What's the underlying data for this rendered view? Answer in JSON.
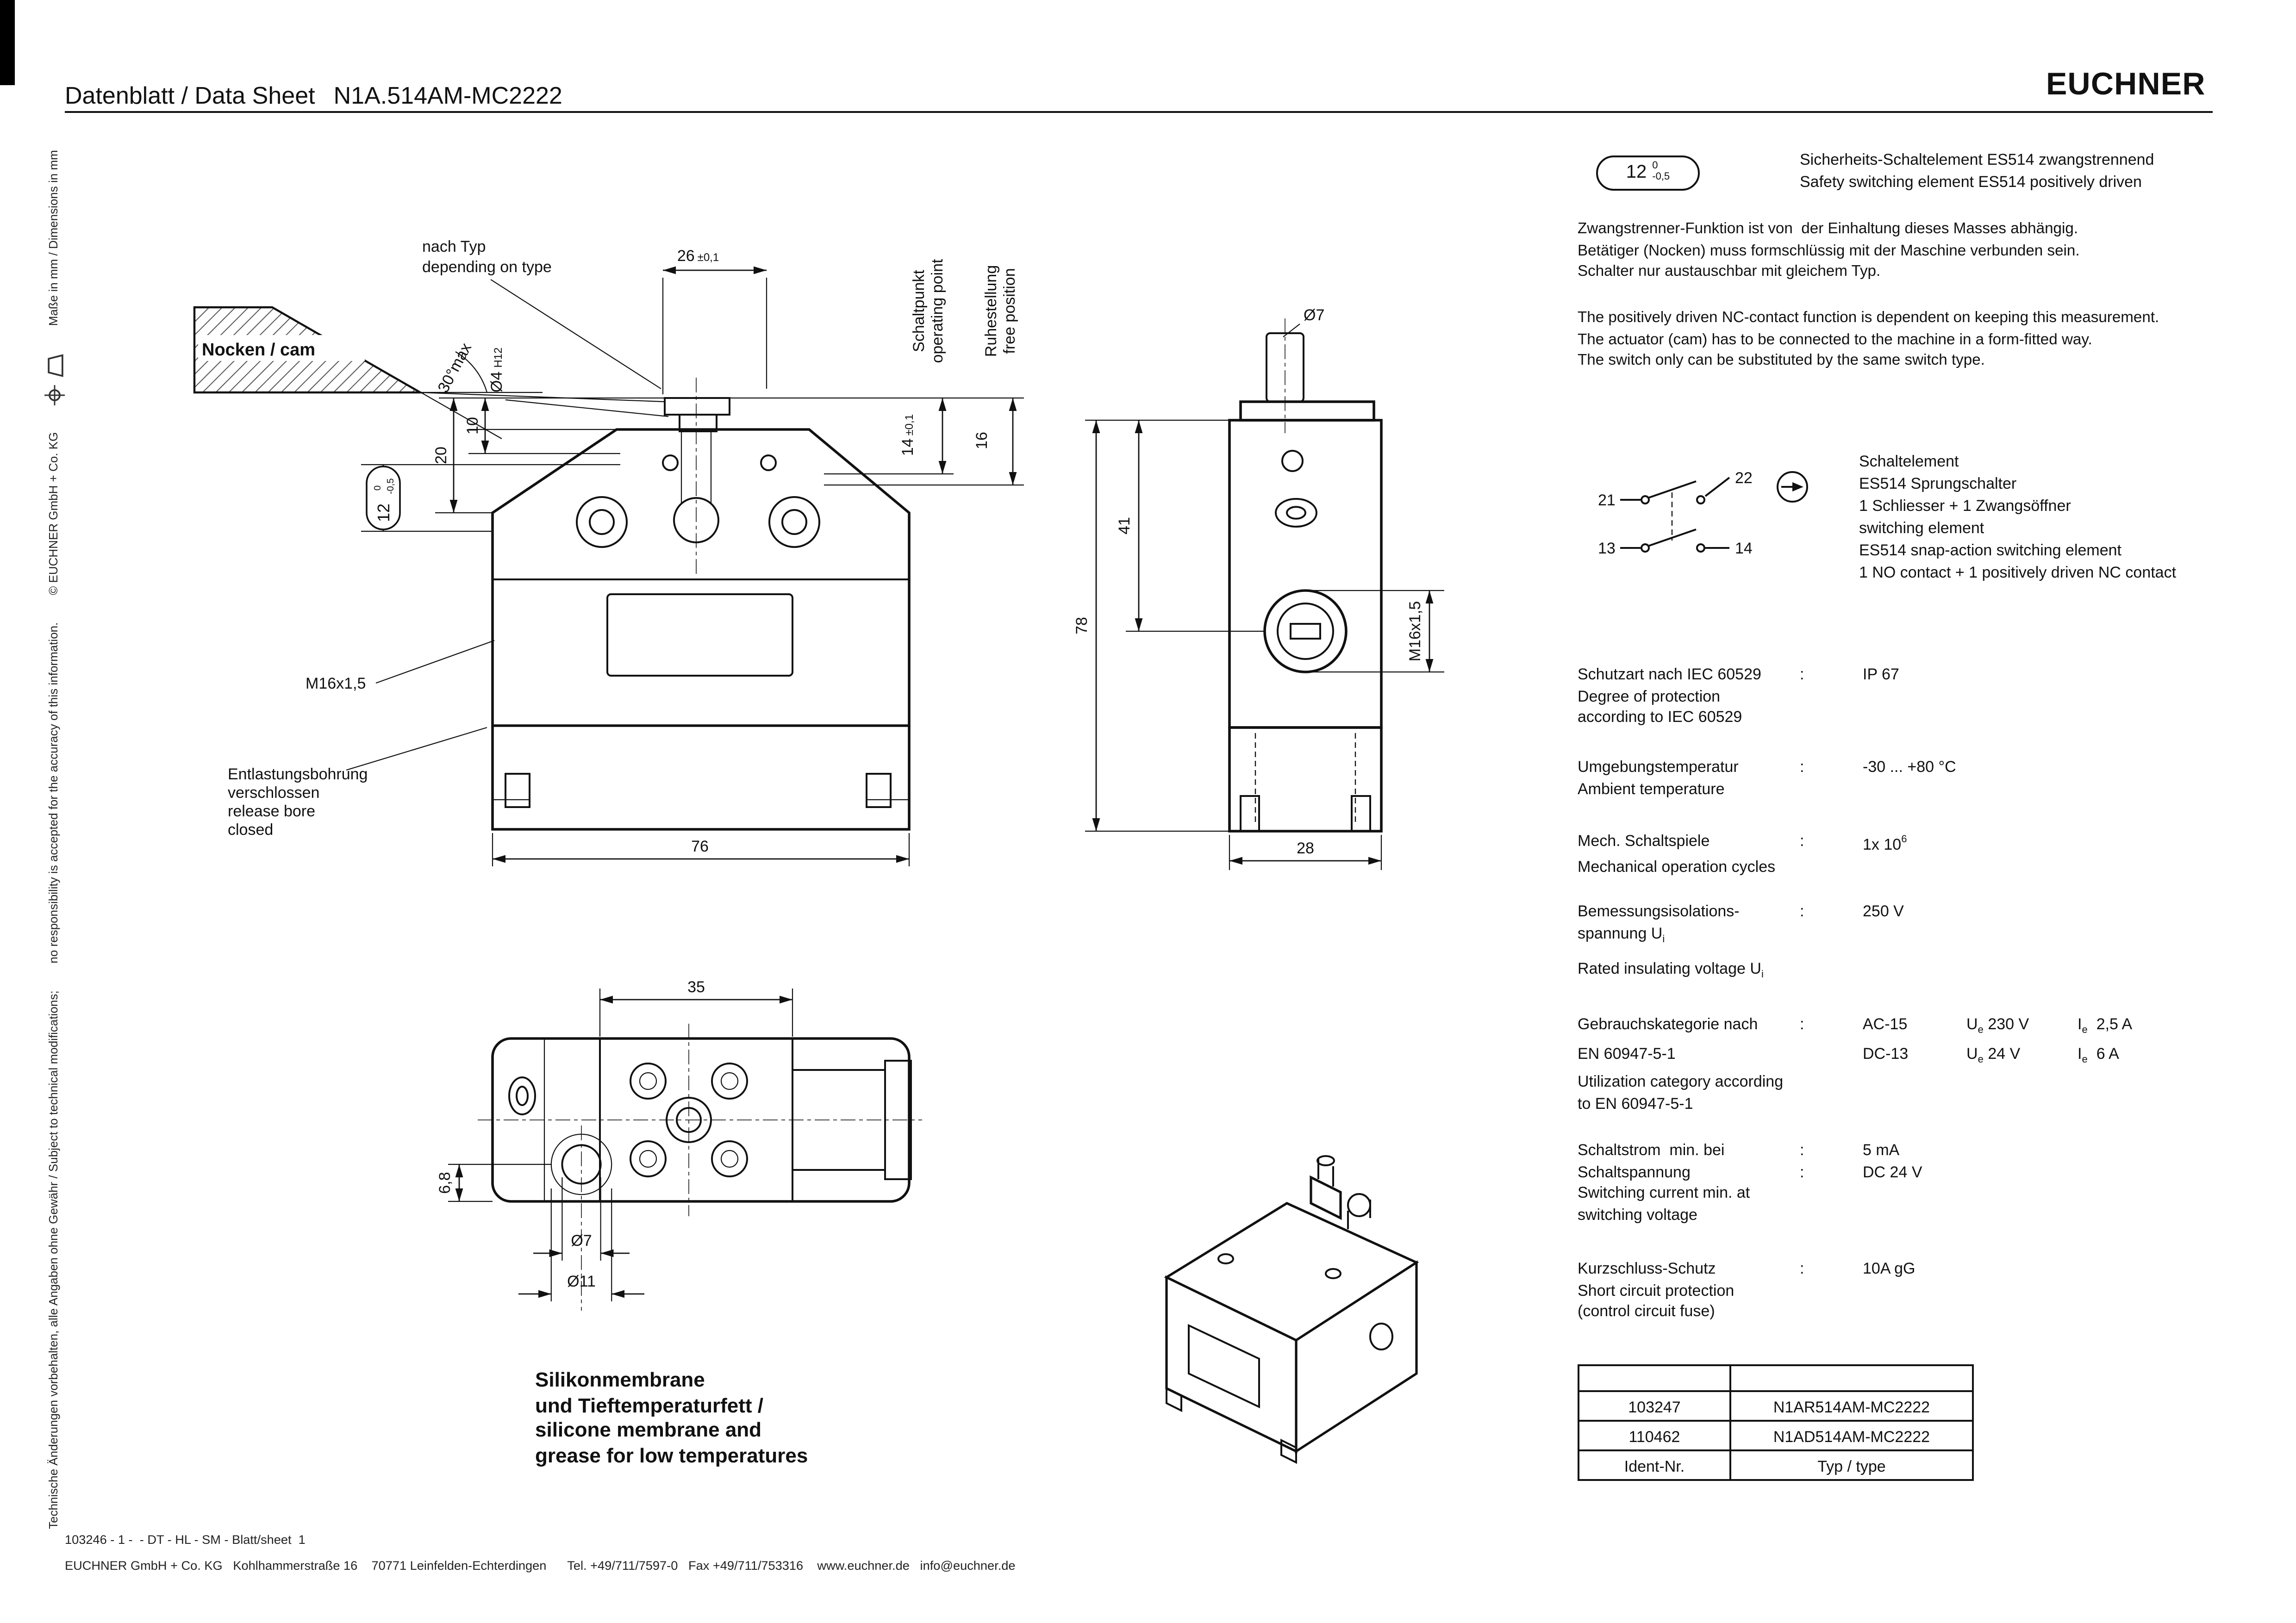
{
  "header": {
    "title": "Datenblatt / Data Sheet",
    "part_number": "N1A.514AM-MC2222",
    "logo": "EUCHNER"
  },
  "margin_notes": {
    "disclaimer_de": "Technische Änderungen vorbehalten, alle Angaben ohne Gewähr / Subject to technical modifications;",
    "disclaimer_en": "no responsibility is accepted for the accuracy of this information.",
    "copyright": "© EUCHNER GmbH + Co. KG",
    "dimensions_note": "Maße in mm / Dimensions in mm"
  },
  "tolerance_badge": {
    "value": "12",
    "upper": "0",
    "lower": "-0,5"
  },
  "intro": {
    "title_de": "Sicherheits-Schaltelement ES514 zwangstrennend",
    "title_en": "Safety switching element ES514 positively driven",
    "para_de": "Zwangstrenner-Funktion ist von  der Einhaltung dieses Masses abhängig.\nBetätiger (Nocken) muss formschlüssig mit der Maschine verbunden sein.\nSchalter nur austauschbar mit gleichem Typ.",
    "para_en": "The positively driven NC-contact function is dependent on keeping this measurement.\nThe actuator (cam) has to be connected to the machine in a form-fitted way.\nThe switch only can be substituted by the same switch type."
  },
  "circuit": {
    "terminal_21": "21",
    "terminal_22": "22",
    "terminal_13": "13",
    "terminal_14": "14",
    "description": "Schaltelement\nES514 Sprungschalter\n1 Schliesser + 1 Zwangsöffner\nswitching element\nES514 snap-action switching element\n1 NO contact + 1 positively driven NC contact"
  },
  "specs": {
    "colon": ":",
    "protection": {
      "label": "Schutzart nach IEC 60529",
      "label2": "Degree of protection\naccording to IEC 60529",
      "value": "IP 67"
    },
    "temperature": {
      "label": "Umgebungstemperatur",
      "label2": "Ambient temperature",
      "value": "-30 ... +80 °C"
    },
    "cycles": {
      "label": "Mech. Schaltspiele",
      "label2": "Mechanical operation cycles",
      "value_base": "1x 10",
      "value_exp": "6"
    },
    "insulation": {
      "label": "Bemessungsisolations-",
      "label_sub_base": "spannung U",
      "label_sub": "i",
      "label2_base": "Rated insulating voltage U",
      "label2_sub": "i",
      "value": "250 V"
    },
    "category": {
      "label": "Gebrauchskategorie nach",
      "label_line2": "EN 60947-5-1",
      "label2": "Utilization category according\nto EN 60947-5-1",
      "row1": {
        "cat": "AC-15",
        "u_base": "U",
        "u_sub": "e",
        "u_val": "230 V",
        "i_base": "I",
        "i_sub": "e",
        "i_val": "2,5 A"
      },
      "row2": {
        "cat": "DC-13",
        "u_base": "U",
        "u_sub": "e",
        "u_val": "24 V",
        "i_base": "I",
        "i_sub": "e",
        "i_val": "6 A"
      }
    },
    "min_switching": {
      "label": "Schaltstrom  min. bei",
      "label_line2": "Schaltspannung",
      "label2": "Switching current min. at\nswitching voltage",
      "value1": "5 mA",
      "value2": "DC 24 V"
    },
    "short_circuit": {
      "label": "Kurzschluss-Schutz",
      "label2": "Short circuit protection\n(control circuit fuse)",
      "value": "10A gG"
    }
  },
  "ident_table": {
    "rows": [
      {
        "id": "103247",
        "type": "N1AR514AM-MC2222"
      },
      {
        "id": "110462",
        "type": "N1AD514AM-MC2222"
      }
    ],
    "footer_id": "Ident-Nr.",
    "footer_type": "Typ / type"
  },
  "footer": {
    "line1": "103246 - 1 -  - DT - HL - SM - Blatt/sheet  1",
    "line2": "EUCHNER GmbH + Co. KG   Kohlhammerstraße 16    70771 Leinfelden-Echterdingen      Tel. +49/711/7597-0   Fax +49/711/753316    www.euchner.de   info@euchner.de"
  },
  "front_view": {
    "cam_label": "Nocken / cam",
    "nach_typ_1": "nach Typ",
    "nach_typ_2": "depending on type",
    "dim_26": "26",
    "dim_26_tol": "±0,1",
    "angle": "30°max",
    "dia4": "Ø4",
    "dia4_tol": "H12",
    "dim_10": "10",
    "dim_20": "20",
    "dim_12": "12",
    "dim_12_upper": "0",
    "dim_12_lower": "-0,5",
    "schaltpunkt_1": "Schaltpunkt",
    "schaltpunkt_2": "operating point",
    "ruhestellung_1": "Ruhestellung",
    "ruhestellung_2": "free position",
    "dim_14": "14",
    "dim_14_tol": "±0,1",
    "dim_16": "16",
    "thread": "M16x1,5",
    "release_bore_1": "Entlastungsbohrung",
    "release_bore_2": "verschlossen",
    "release_bore_3": "release bore",
    "release_bore_4": "closed",
    "dim_76": "76"
  },
  "side_view": {
    "dia7": "Ø7",
    "dim_41": "41",
    "dim_78": "78",
    "thread": "M16x1,5",
    "dim_28": "28"
  },
  "bottom_view": {
    "dim_35": "35",
    "dim_68": "6,8",
    "dia7": "Ø7",
    "dia11": "Ø11",
    "membrane_note": "Silikonmembrane\nund Tieftemperaturfett /\nsilicone membrane and\ngrease for low temperatures"
  }
}
